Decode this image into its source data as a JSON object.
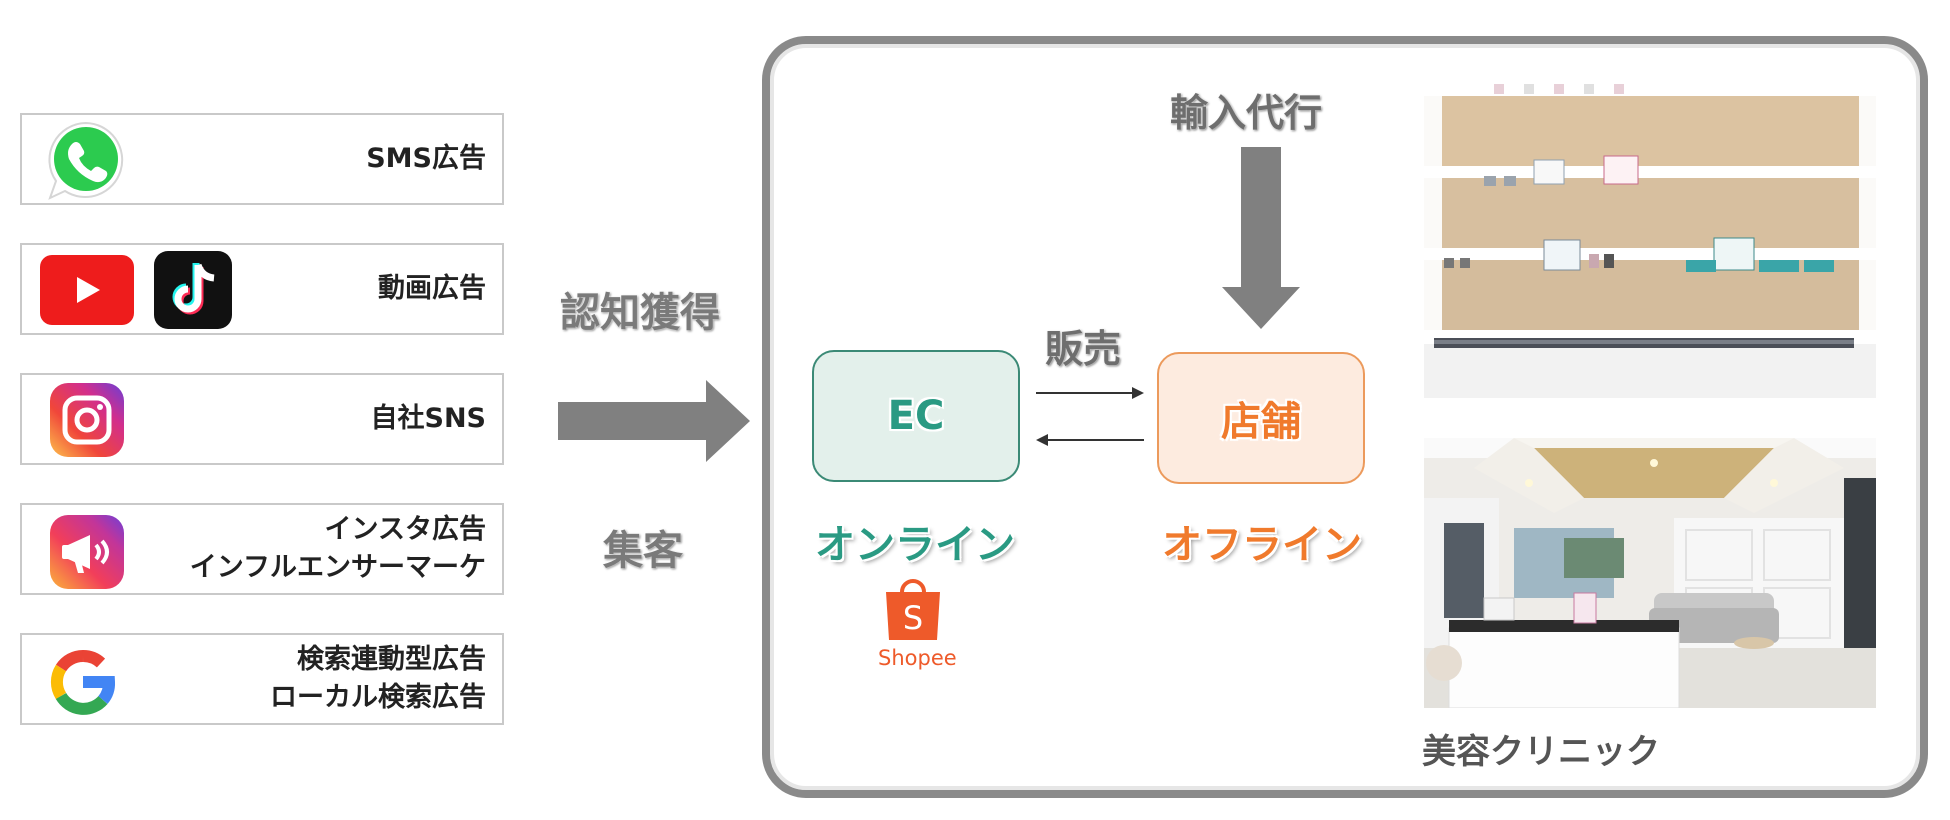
{
  "channels": [
    {
      "label_lines": [
        "SMS広告"
      ],
      "icons": [
        "whatsapp-icon"
      ]
    },
    {
      "label_lines": [
        "動画広告"
      ],
      "icons": [
        "youtube-icon",
        "tiktok-icon"
      ]
    },
    {
      "label_lines": [
        "自社SNS"
      ],
      "icons": [
        "instagram-icon"
      ]
    },
    {
      "label_lines": [
        "インスタ広告",
        "インフルエンサーマーケ"
      ],
      "icons": [
        "megaphone-icon"
      ]
    },
    {
      "label_lines": [
        "検索連動型広告",
        "ローカル検索広告"
      ],
      "icons": [
        "google-icon"
      ]
    }
  ],
  "middle": {
    "top_label": "認知獲得",
    "bottom_label": "集客"
  },
  "main": {
    "import_label": "輸入代行",
    "sales_label": "販売",
    "ec_node": "EC",
    "store_node": "店舗",
    "online_label": "オンライン",
    "offline_label": "オフライン",
    "shopee_text": "Shopee",
    "clinic_caption": "美容クリニック"
  },
  "colors": {
    "ec_accent": "#2a9a83",
    "store_accent": "#f07a2c",
    "arrow_gray": "#808080",
    "shopee_orange": "#ee5a2a"
  }
}
